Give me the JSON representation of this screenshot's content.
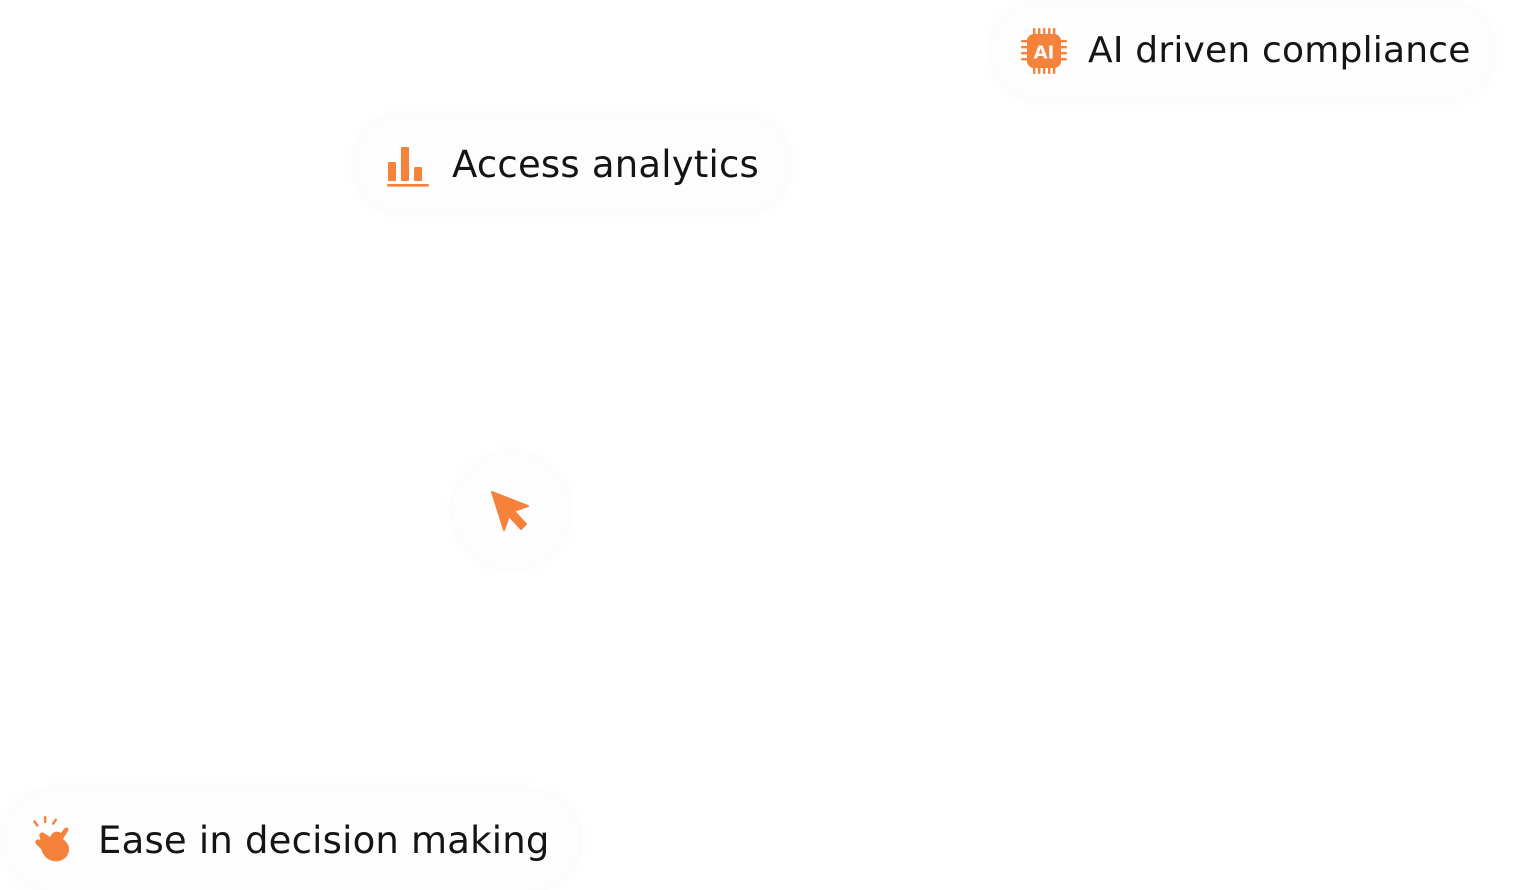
{
  "colors": {
    "accent": "#F4823A",
    "text": "#141414",
    "background": "#FFFFFF"
  },
  "pills": {
    "ai_compliance": {
      "icon": "ai-chip-icon",
      "label": "AI driven compliance",
      "icon_text": "AI"
    },
    "access_analytics": {
      "icon": "bar-chart-icon",
      "label": "Access analytics"
    },
    "ease_decision": {
      "icon": "snap-hand-icon",
      "label": "Ease in decision making"
    }
  },
  "cursor": {
    "icon": "pointer-cursor-icon"
  }
}
